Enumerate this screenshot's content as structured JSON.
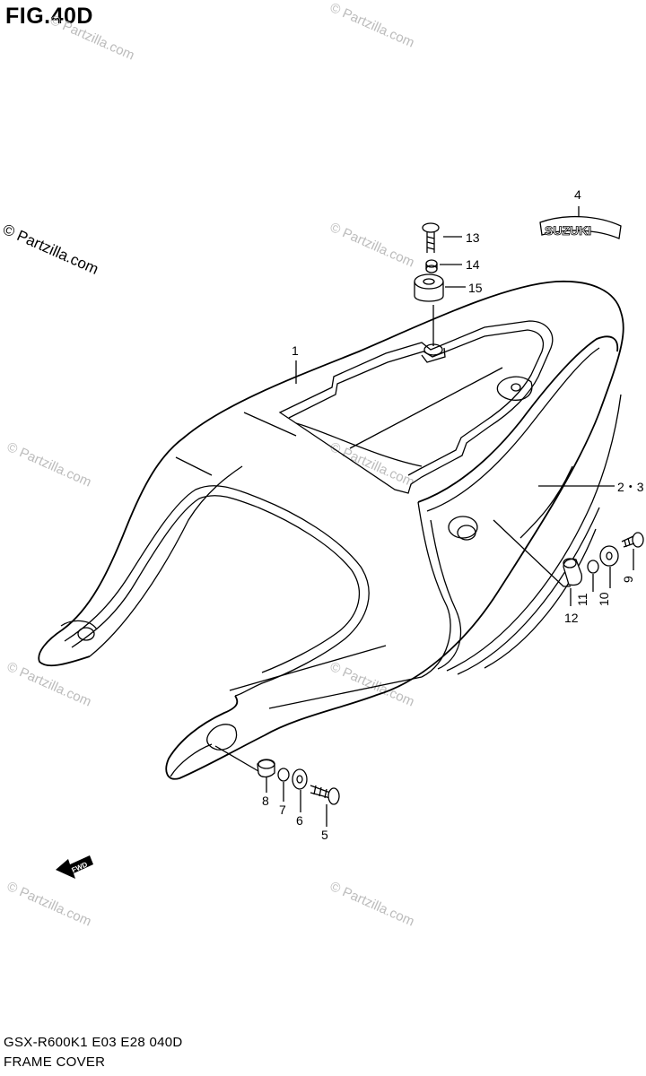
{
  "figure": {
    "title": "FIG.40D",
    "footer_model": "GSX-R600K1 E03 E28  040D",
    "footer_name": "FRAME COVER"
  },
  "watermark": {
    "text": "© Partzilla.com",
    "primary_text": "© Partzilla.com"
  },
  "callouts": {
    "c1": "1",
    "c23": "2・3",
    "c4": "4",
    "c5": "5",
    "c6": "6",
    "c7": "7",
    "c8": "8",
    "c9": "9",
    "c10": "10",
    "c11": "11",
    "c12": "12",
    "c13": "13",
    "c14": "14",
    "c15": "15"
  },
  "emblem_text": "SUZUKI",
  "fwd_text": "FWD"
}
